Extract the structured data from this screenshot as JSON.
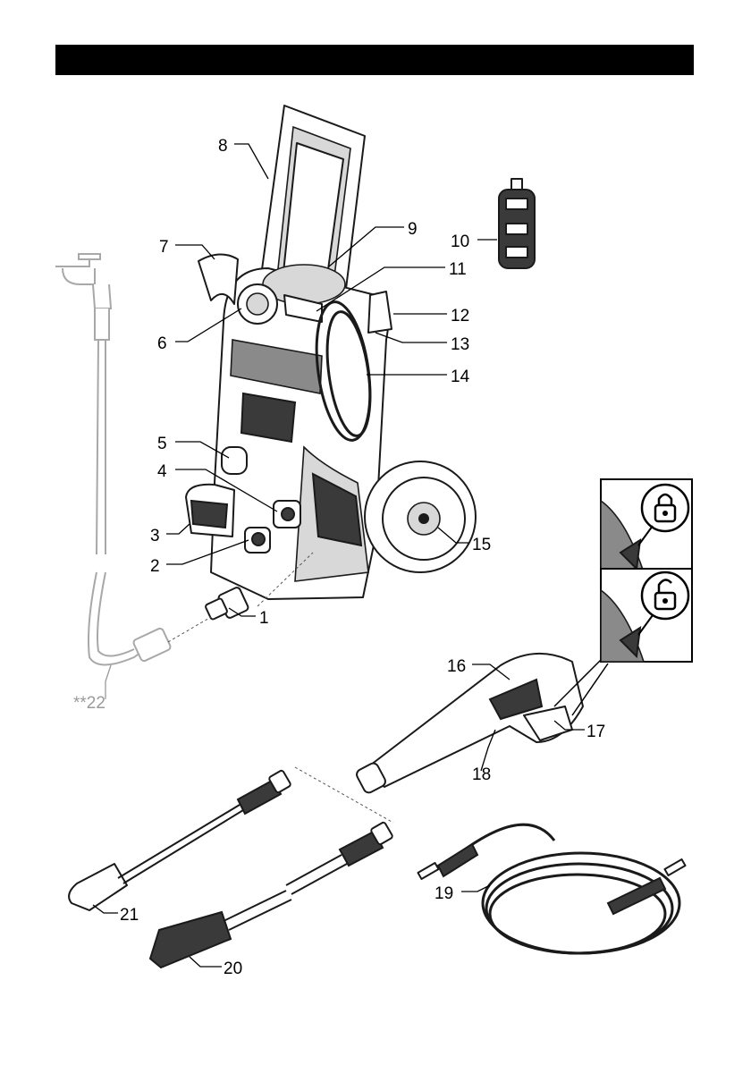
{
  "labels": {
    "p1": "1",
    "p2": "2",
    "p3": "3",
    "p4": "4",
    "p5": "5",
    "p6": "6",
    "p7": "7",
    "p8": "8",
    "p9": "9",
    "p10": "10",
    "p11": "11",
    "p12": "12",
    "p13": "13",
    "p14": "14",
    "p15": "15",
    "p16": "16",
    "p17": "17",
    "p18": "18",
    "p19": "19",
    "p20": "20",
    "p21": "21",
    "p22": "**22"
  },
  "colors": {
    "header": "#000000",
    "line": "#1a1a1a",
    "optional_part": "#9a9a9a"
  },
  "icons": {
    "locked": "padlock-closed-icon",
    "unlocked": "padlock-open-icon"
  }
}
